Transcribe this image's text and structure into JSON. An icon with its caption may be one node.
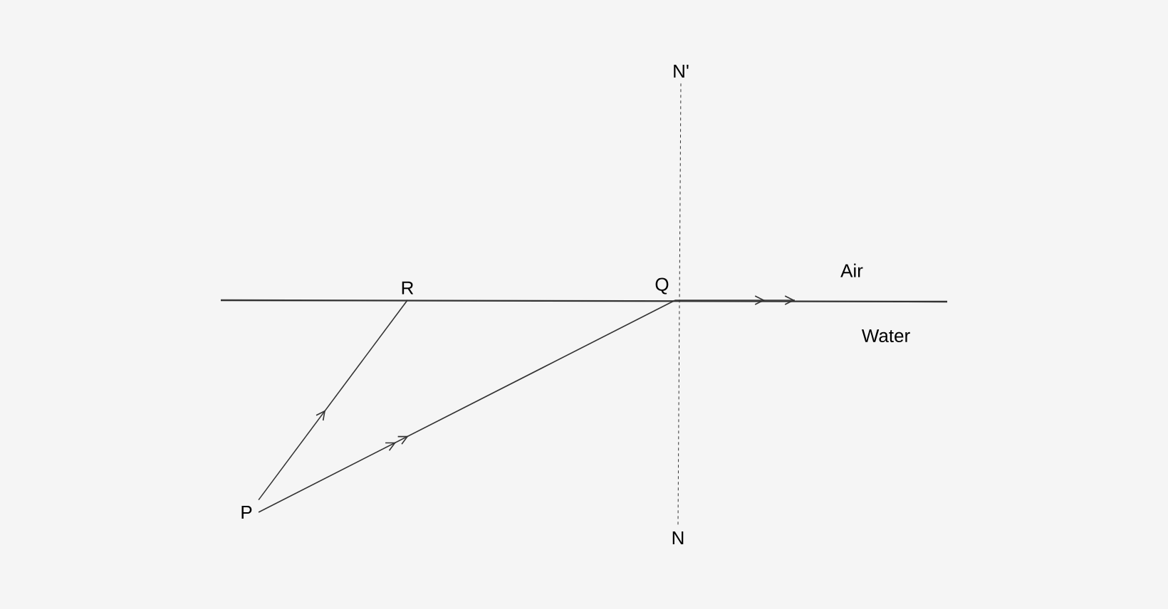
{
  "diagram": {
    "nodes": [
      {
        "text": [
          "N'"
        ]
      },
      {
        "text": [
          "R"
        ]
      },
      {
        "text": [
          "Q"
        ]
      },
      {
        "text": [
          "P"
        ]
      },
      {
        "text": [
          "N"
        ]
      }
    ],
    "edges": [
      {
        "from": 0,
        "to": 4,
        "arrow": "none",
        "style": "dashed"
      },
      {
        "from": 3,
        "to": 1,
        "arrow": "to"
      },
      {
        "from": 3,
        "to": 2,
        "arrow": "to"
      },
      {
        "from": 2,
        "to": null,
        "arrow": "to"
      }
    ],
    "labels": [
      "Air",
      "Water"
    ]
  }
}
